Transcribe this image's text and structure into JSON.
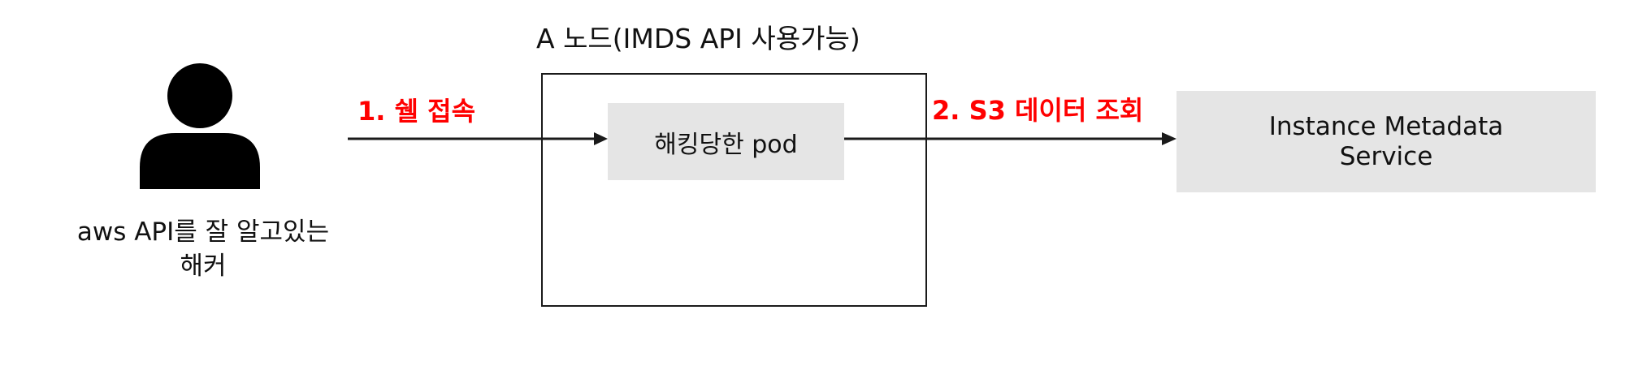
{
  "actor": {
    "label": "aws API를 잘 알고있는\n해커",
    "icon": "person-icon"
  },
  "node": {
    "title": "A 노드(IMDS API 사용가능)",
    "pod_label": "해킹당한 pod"
  },
  "service": {
    "label": "Instance Metadata\nService"
  },
  "steps": {
    "step1": "1. 쉘 접속",
    "step2": "2. S3 데이터 조회"
  },
  "colors": {
    "step_text": "#ff0000",
    "box_fill": "#e5e5e5",
    "line": "#1a1a1a"
  }
}
